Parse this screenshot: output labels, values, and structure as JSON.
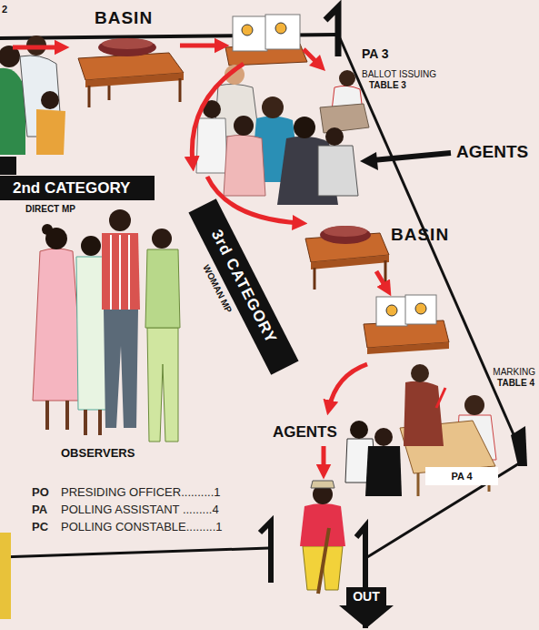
{
  "diagram": {
    "nodes": [
      {
        "text": [
          "2nd CATEGORY",
          "DIRECT MP"
        ]
      },
      {
        "text": [
          "3rd CATEGORY",
          "WOMAN MP"
        ]
      },
      {
        "text": [
          "PA 4"
        ]
      },
      {
        "text": [
          "OUT"
        ]
      }
    ],
    "labels": [
      "2",
      "BASIN",
      "PA 3",
      "BALLOT ISSUING",
      "TABLE 3",
      "AGENTS",
      "BASIN",
      "MARKING",
      "TABLE 4",
      "AGENTS",
      "OBSERVERS",
      "PO",
      "PRESIDING OFFICER..........1",
      "PA",
      "POLLING ASSISTANT .........4",
      "PC",
      "POLLING CONSTABLE.........1"
    ]
  }
}
